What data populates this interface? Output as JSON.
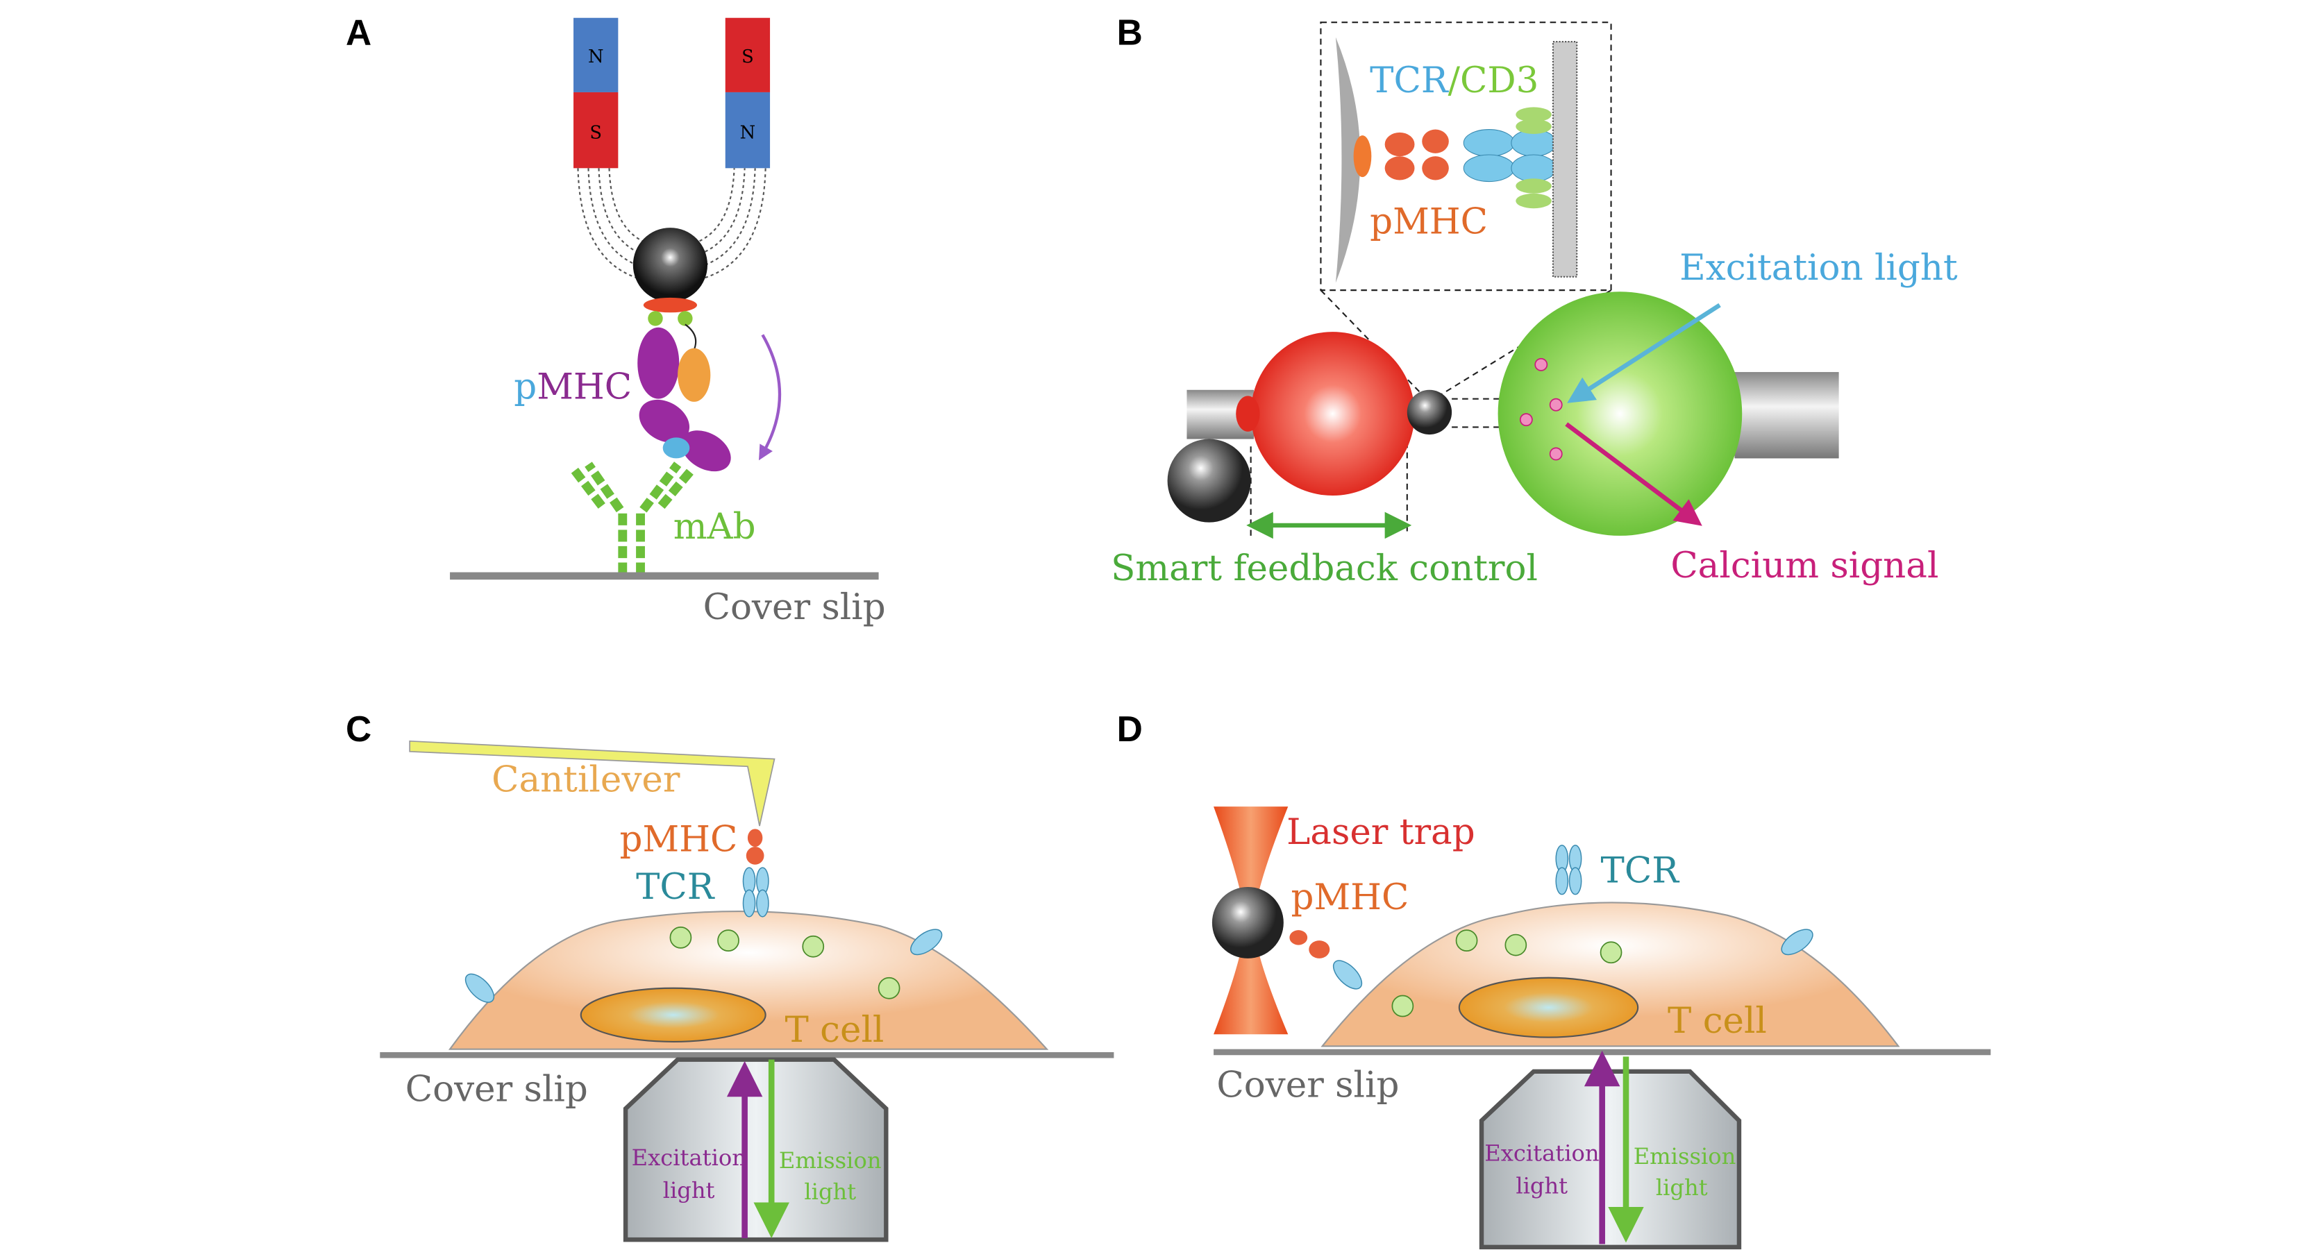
{
  "panels": {
    "a": {
      "letter": "A",
      "magnet_labels": [
        "N",
        "S",
        "S",
        "N"
      ],
      "pmhc_p": "p",
      "pmhc_mhc": "MHC",
      "mab": "mAb",
      "cover_slip": "Cover slip"
    },
    "b": {
      "letter": "B",
      "tcr": "TCR",
      "cd3": "/CD3",
      "pmhc": "pMHC",
      "excitation": "Excitation light",
      "calcium": "Calcium signal",
      "feedback": "Smart feedback control"
    },
    "c": {
      "letter": "C",
      "cantilever": "Cantilever",
      "pmhc": "pMHC",
      "tcr": "TCR",
      "tcell": "T cell",
      "cover_slip": "Cover slip",
      "excitation_1": "Excitation",
      "excitation_2": "light",
      "emission_1": "Emission",
      "emission_2": "light"
    },
    "d": {
      "letter": "D",
      "laser": "Laser trap",
      "pmhc": "pMHC",
      "tcr": "TCR",
      "tcell": "T cell",
      "cover_slip": "Cover slip",
      "excitation_1": "Excitation",
      "excitation_2": "light",
      "emission_1": "Emission",
      "emission_2": "light"
    }
  },
  "colors": {
    "magnet_n": "#4a7cc4",
    "magnet_s": "#d8262b",
    "pmhc_purple": "#8a2a8f",
    "mab_green": "#6cbf3a",
    "tcr_blue": "#5ab4d8",
    "teal_text": "#2a8a9a",
    "orange_text": "#e06a2a",
    "magenta": "#c8207a",
    "green_text": "#4aaa3a"
  }
}
